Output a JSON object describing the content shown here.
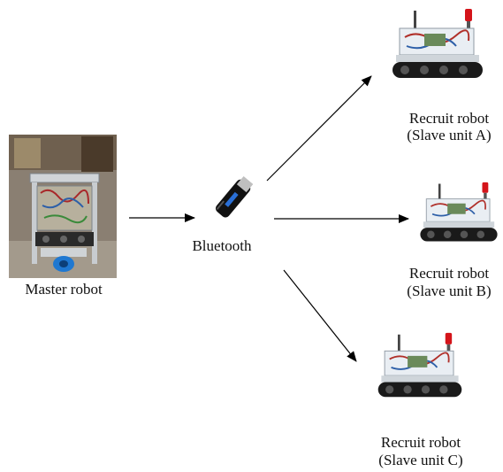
{
  "master": {
    "label": "Master robot"
  },
  "bluetooth": {
    "label": "Bluetooth"
  },
  "slaves": [
    {
      "line1": "Recruit robot",
      "line2": "(Slave unit A)"
    },
    {
      "line1": "Recruit robot",
      "line2": "(Slave unit B)"
    },
    {
      "line1": "Recruit robot",
      "line2": "(Slave unit C)"
    }
  ],
  "colors": {
    "arrow": "#000000",
    "photo_floor": "#8a7f72",
    "robot_track": "#1a1a1a",
    "beacon_red": "#d4141a",
    "dongle_body": "#111111",
    "dongle_label": "#2a6fd6"
  }
}
